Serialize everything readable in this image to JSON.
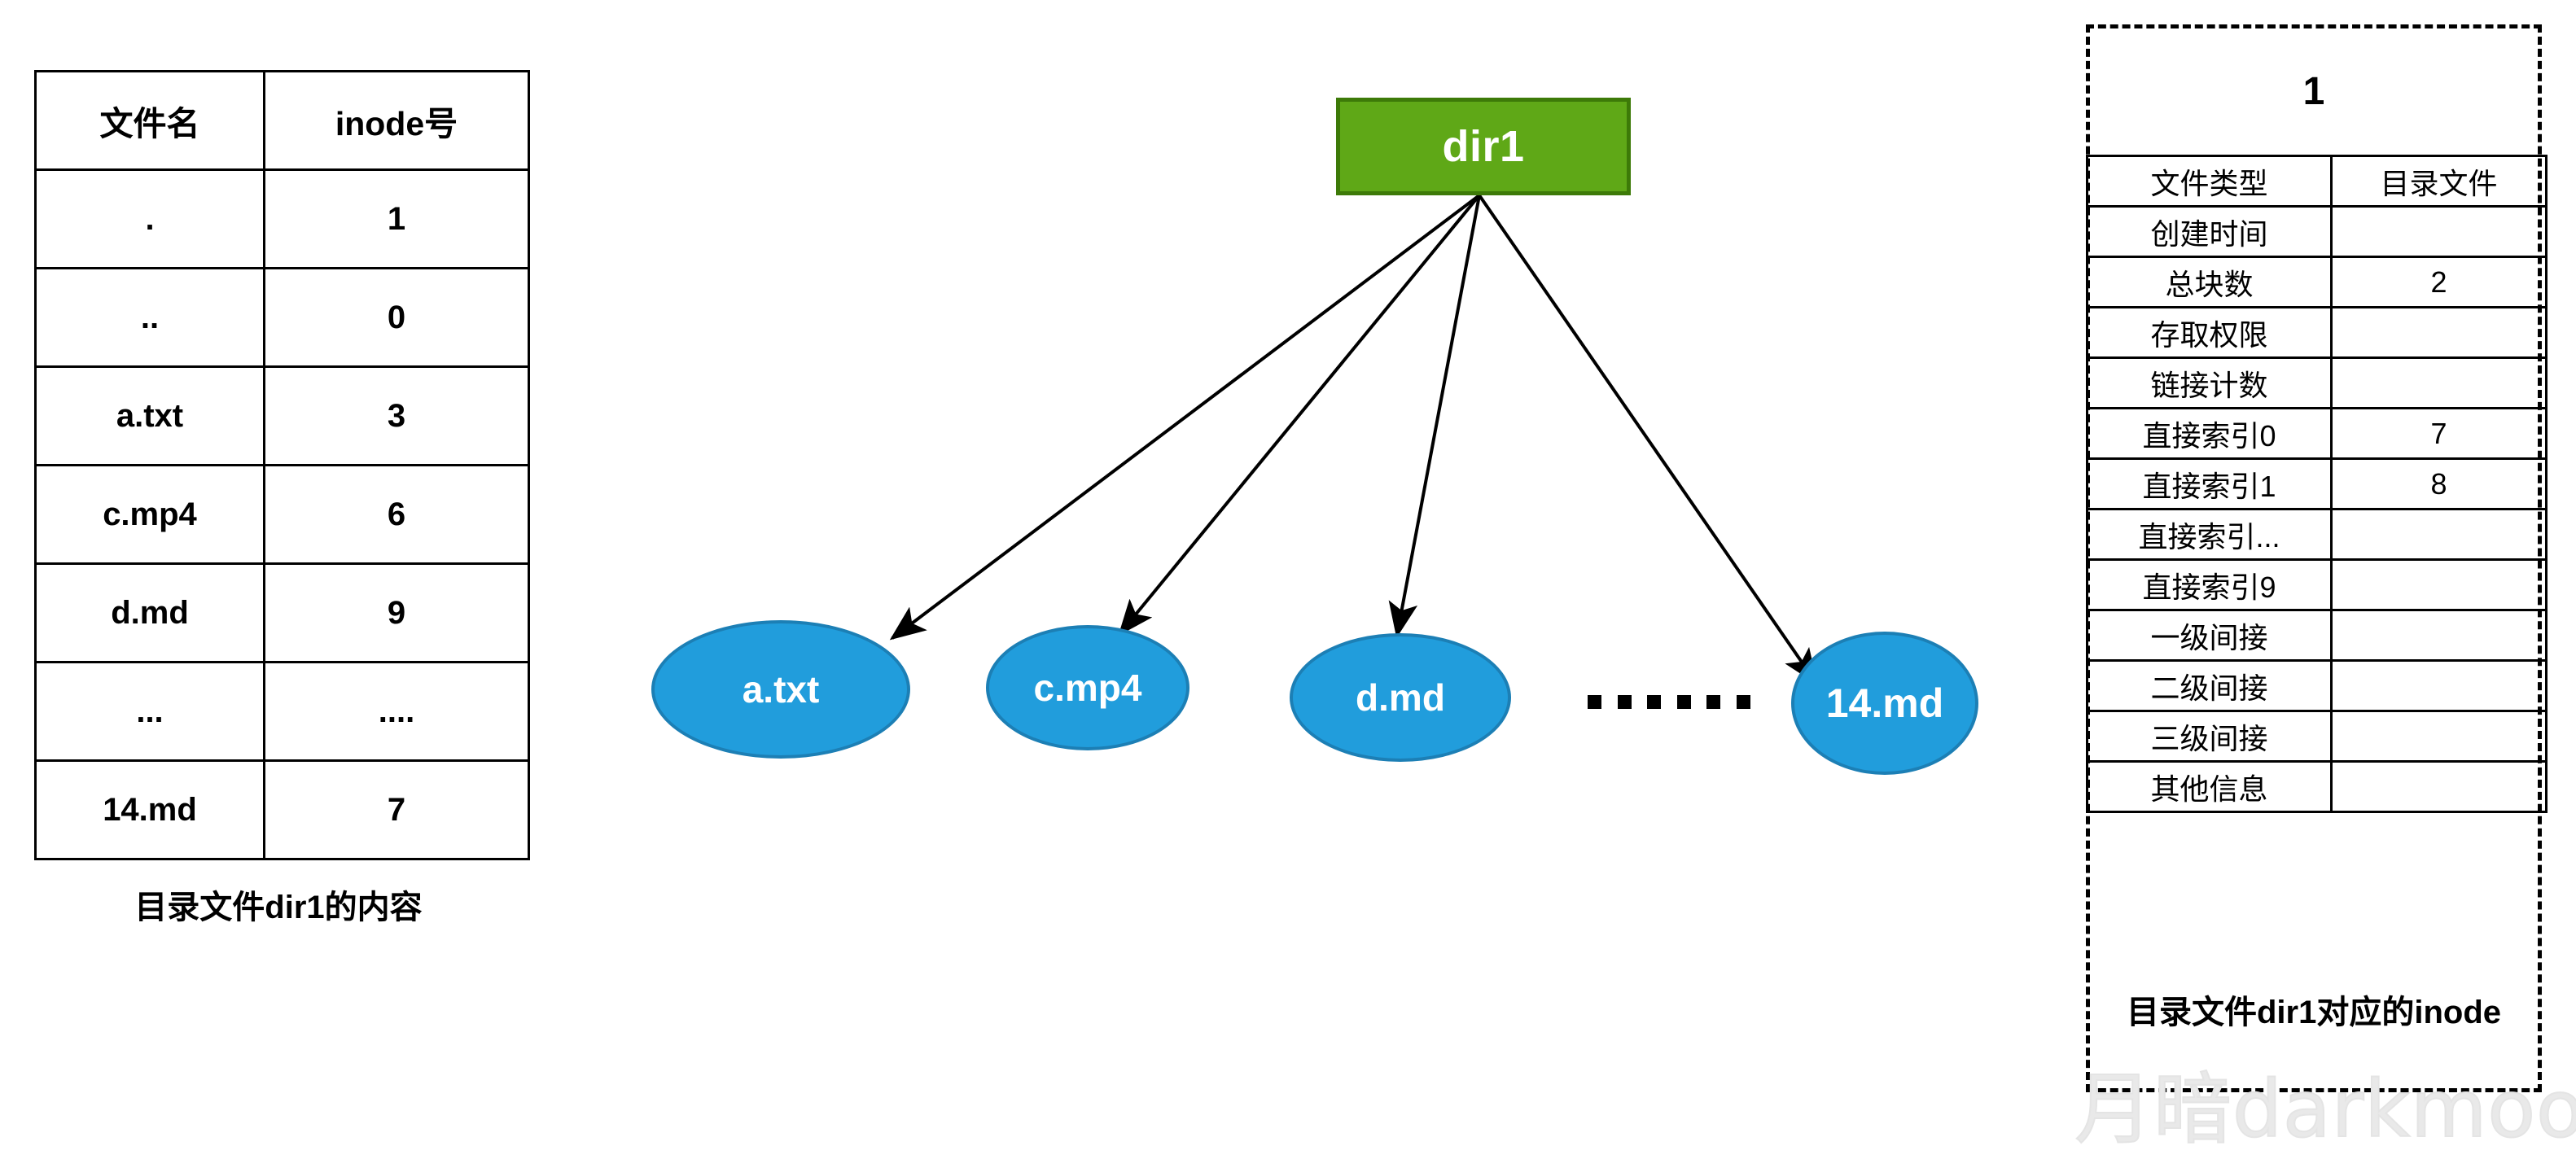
{
  "dir_table": {
    "headers": [
      "文件名",
      "inode号"
    ],
    "rows": [
      {
        "name": ".",
        "inode": "1"
      },
      {
        "name": "..",
        "inode": "0"
      },
      {
        "name": "a.txt",
        "inode": "3"
      },
      {
        "name": "c.mp4",
        "inode": "6"
      },
      {
        "name": "d.md",
        "inode": "9"
      },
      {
        "name": "...",
        "inode": "...."
      },
      {
        "name": "14.md",
        "inode": "7"
      }
    ],
    "caption": "目录文件dir1的内容"
  },
  "graph": {
    "root": {
      "label": "dir1",
      "fill": "#5fa817",
      "stroke": "#3d7a08",
      "text_color": "#ffffff"
    },
    "children": [
      {
        "label": "a.txt"
      },
      {
        "label": "c.mp4"
      },
      {
        "label": "d.md"
      },
      {
        "label": "14.md"
      }
    ],
    "ellipsis": "……",
    "node_fill": "#219ddc",
    "node_stroke": "#1c7fb5",
    "node_text_color": "#ffffff",
    "edge_color": "#000000"
  },
  "inode_panel": {
    "id": "1",
    "rows": [
      {
        "key": "文件类型",
        "value": "目录文件"
      },
      {
        "key": "创建时间",
        "value": ""
      },
      {
        "key": "总块数",
        "value": "2"
      },
      {
        "key": "存取权限",
        "value": ""
      },
      {
        "key": "链接计数",
        "value": ""
      },
      {
        "key": "直接索引0",
        "value": "7"
      },
      {
        "key": "直接索引1",
        "value": "8"
      },
      {
        "key": "直接索引...",
        "value": ""
      },
      {
        "key": "直接索引9",
        "value": ""
      },
      {
        "key": "一级间接",
        "value": ""
      },
      {
        "key": "二级间接",
        "value": ""
      },
      {
        "key": "三级间接",
        "value": ""
      },
      {
        "key": "其他信息",
        "value": ""
      }
    ],
    "caption": "目录文件dir1对应的inode"
  },
  "watermark": "月暗darkmoon"
}
